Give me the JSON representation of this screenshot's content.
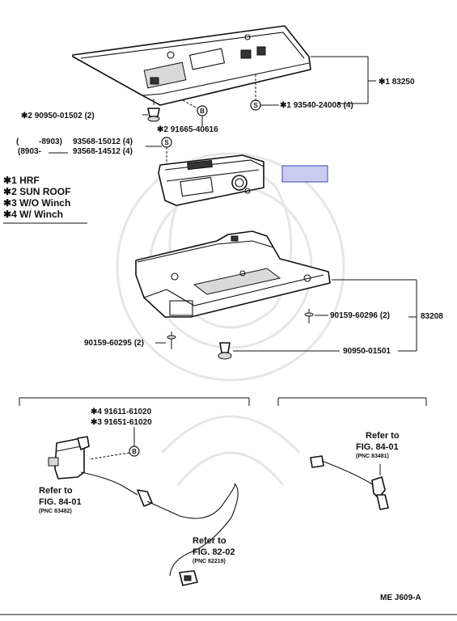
{
  "callouts": {
    "assembly_upper": "83250",
    "screw_upper": "93540-24008 (4)",
    "clip_upper": "90950-01502 (2)",
    "clip_screw": "91665-40616",
    "screw_range_upper_code": "-8903)",
    "screw_range_upper_part": "93568-15012 (4)",
    "screw_range_lower_code": "(8903-",
    "screw_range_lower_part": "93568-14512 (4)",
    "screw_right": "90159-60296 (2)",
    "assembly_lower": "83208",
    "screw_left": "90159-60295 (2)",
    "clip_lower": "90950-01501",
    "bolt_a": "91611-61020",
    "bolt_b": "91651-61020"
  },
  "marks": {
    "s": "S",
    "b": "B",
    "n1": "1",
    "n2": "2",
    "n3": "3",
    "n4": "4",
    "open_paren": "("
  },
  "legend": [
    {
      "num": "1",
      "text": "HRF"
    },
    {
      "num": "2",
      "text": "SUN ROOF"
    },
    {
      "num": "3",
      "text": "W/O Winch"
    },
    {
      "num": "4",
      "text": "W/ Winch"
    }
  ],
  "references": {
    "refer_to": "Refer to",
    "ref_left_fig": "FIG. 84-01",
    "ref_left_pnc": "(PNC 83482)",
    "ref_mid_fig": "FIG. 82-02",
    "ref_mid_pnc": "(PNC 82219)",
    "ref_right_fig": "FIG. 84-01",
    "ref_right_pnc": "(PNC 83481)"
  },
  "footer_code": "ME  J609-A",
  "colors": {
    "ink": "#111111",
    "highlight_fill": "#c8ccf0",
    "highlight_stroke": "#3a4ab0",
    "shade": "#d9d9d9"
  },
  "icons": {
    "asterisk_mark": "asterisk-symbol",
    "circled_letter": "circle-badge"
  }
}
